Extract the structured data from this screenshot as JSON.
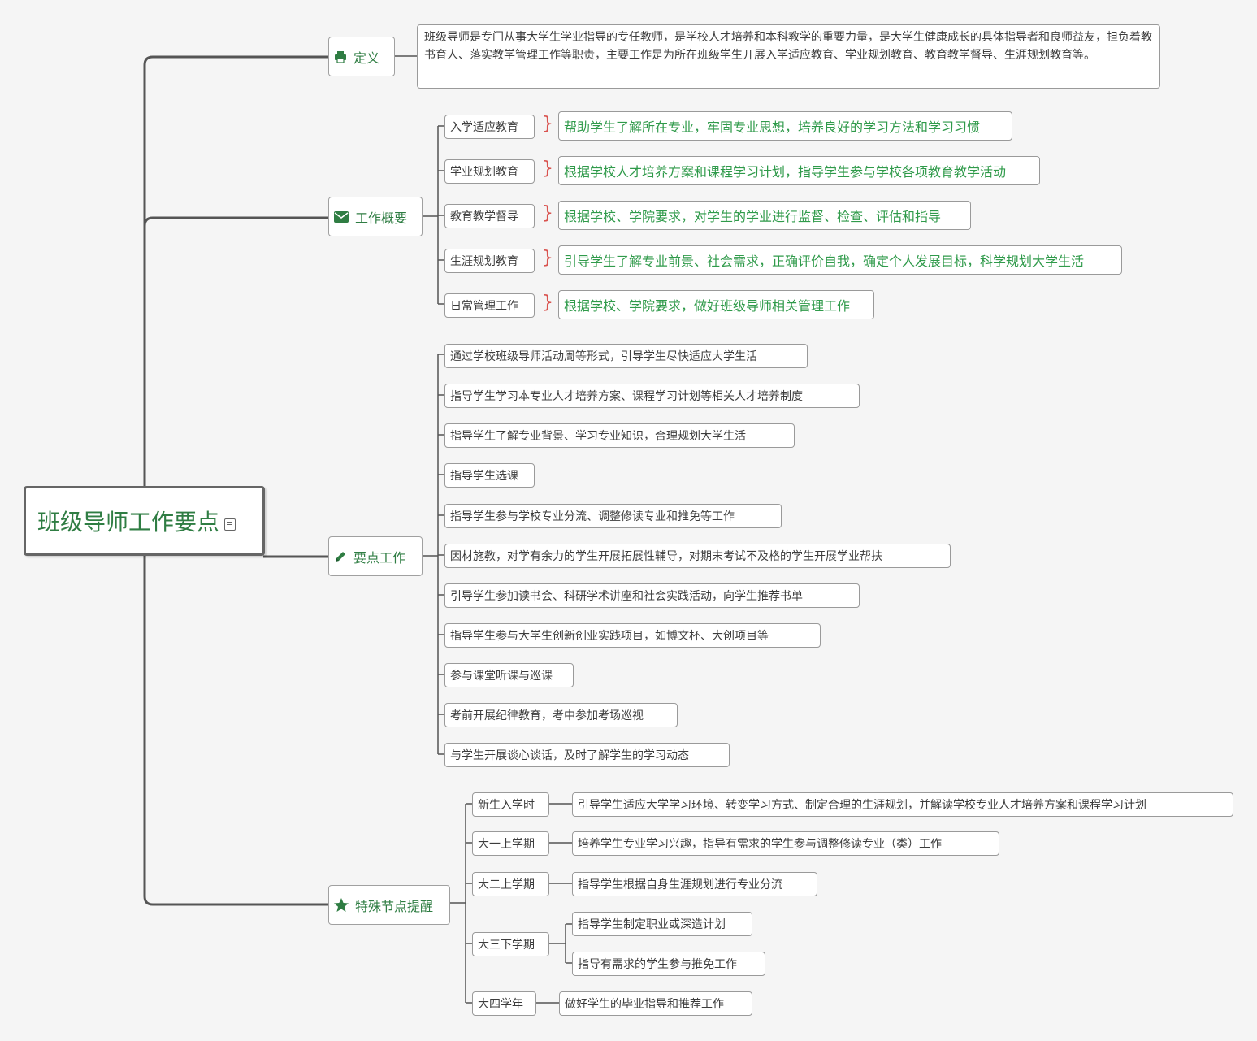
{
  "root": {
    "title": "班级导师工作要点"
  },
  "definition": {
    "label": "定义",
    "text": "班级导师是专门从事大学生学业指导的专任教师，是学校人才培养和本科教学的重要力量，是大学生健康成长的具体指导者和良师益友，担负着教书育人、落实教学管理工作等职责，主要工作是为所在班级学生开展入学适应教育、学业规划教育、教育教学督导、生涯规划教育等。"
  },
  "overview": {
    "label": "工作概要",
    "items": [
      {
        "name": "入学适应教育",
        "desc": "帮助学生了解所在专业，牢固专业思想，培养良好的学习方法和学习习惯"
      },
      {
        "name": "学业规划教育",
        "desc": "根据学校人才培养方案和课程学习计划，指导学生参与学校各项教育教学活动"
      },
      {
        "name": "教育教学督导",
        "desc": "根据学校、学院要求，对学生的学业进行监督、检查、评估和指导"
      },
      {
        "name": "生涯规划教育",
        "desc": "引导学生了解专业前景、社会需求，正确评价自我，确定个人发展目标，科学规划大学生活"
      },
      {
        "name": "日常管理工作",
        "desc": "根据学校、学院要求，做好班级导师相关管理工作"
      }
    ]
  },
  "key_points": {
    "label": "要点工作",
    "items": [
      "通过学校班级导师活动周等形式，引导学生尽快适应大学生活",
      "指导学生学习本专业人才培养方案、课程学习计划等相关人才培养制度",
      "指导学生了解专业背景、学习专业知识，合理规划大学生活",
      "指导学生选课",
      "指导学生参与学校专业分流、调整修读专业和推免等工作",
      "因材施教，对学有余力的学生开展拓展性辅导，对期末考试不及格的学生开展学业帮扶",
      "引导学生参加读书会、科研学术讲座和社会实践活动，向学生推荐书单",
      "指导学生参与大学生创新创业实践项目，如博文杯、大创项目等",
      "参与课堂听课与巡课",
      "考前开展纪律教育，考中参加考场巡视",
      "与学生开展谈心谈话，及时了解学生的学习动态"
    ]
  },
  "special": {
    "label": "特殊节点提醒",
    "items": [
      {
        "name": "新生入学时",
        "descs": [
          "引导学生适应大学学习环境、转变学习方式、制定合理的生涯规划，并解读学校专业人才培养方案和课程学习计划"
        ]
      },
      {
        "name": "大一上学期",
        "descs": [
          "培养学生专业学习兴趣，指导有需求的学生参与调整修读专业（类）工作"
        ]
      },
      {
        "name": "大二上学期",
        "descs": [
          "指导学生根据自身生涯规划进行专业分流"
        ]
      },
      {
        "name": "大三下学期",
        "descs": [
          "指导学生制定职业或深造计划",
          "指导有需求的学生参与推免工作"
        ]
      },
      {
        "name": "大四学年",
        "descs": [
          "做好学生的毕业指导和推荐工作"
        ]
      }
    ]
  },
  "colors": {
    "accent": "#2f7d43",
    "leaf_green": "#2f9a4a",
    "brace": "#d9534f",
    "line": "#555555"
  },
  "icons": {
    "definition": "printer-icon",
    "overview": "envelope-icon",
    "key_points": "pencil-icon",
    "special": "star-icon"
  }
}
